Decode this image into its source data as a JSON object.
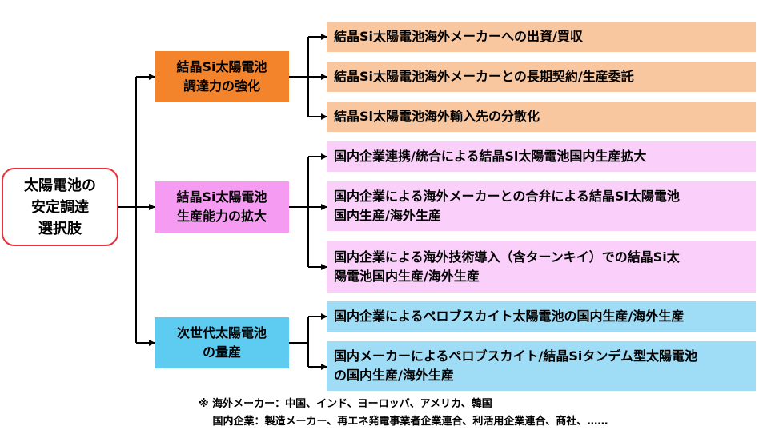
{
  "root": {
    "lines": [
      "太陽電池の",
      "安定調達",
      "選択肢"
    ]
  },
  "categories": [
    {
      "lines": [
        "結晶Si太陽電池",
        "調達力の強化"
      ],
      "color": "#f4842c",
      "leaf_color": "#f8c7a0",
      "items": [
        {
          "lines": [
            "結晶Si太陽電池海外メーカーへの出資/買収"
          ]
        },
        {
          "lines": [
            "結晶Si太陽電池海外メーカーとの長期契約/生産委託"
          ]
        },
        {
          "lines": [
            "結晶Si太陽電池海外輸入先の分散化"
          ]
        }
      ]
    },
    {
      "lines": [
        "結晶Si太陽電池",
        "生産能力の拡大"
      ],
      "color": "#f59cf2",
      "leaf_color": "#fad0fa",
      "items": [
        {
          "lines": [
            "国内企業連携/統合による結晶Si太陽電池国内生産拡大"
          ]
        },
        {
          "lines": [
            "国内企業による海外メーカーとの合弁による結晶Si太陽電池",
            "国内生産/海外生産"
          ]
        },
        {
          "lines": [
            "国内企業による海外技術導入（含ターンキイ）での結晶Si太",
            "陽電池国内生産/海外生産"
          ]
        }
      ]
    },
    {
      "lines": [
        "次世代太陽電池",
        "の量産"
      ],
      "color": "#5ecbf0",
      "leaf_color": "#9fdcf5",
      "items": [
        {
          "lines": [
            "国内企業によるペロブスカイト太陽電池の国内生産/海外生産"
          ]
        },
        {
          "lines": [
            "国内メーカーによるペロブスカイト/結晶Siタンデム型太陽電池",
            "の国内生産/海外生産"
          ]
        }
      ]
    }
  ],
  "notes": [
    "※ 海外メーカー：中国、インド、ヨーロッパ、アメリカ、韓国",
    "　 国内企業：製造メーカー、再エネ発電事業者企業連合、利活用企業連合、商社、……"
  ]
}
